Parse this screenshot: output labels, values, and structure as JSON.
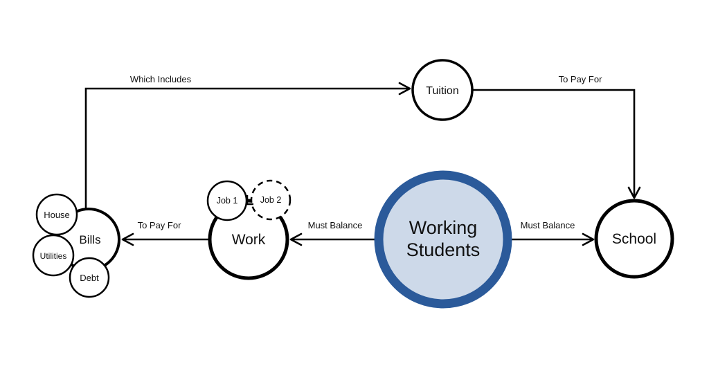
{
  "diagram": {
    "center_node": {
      "line1": "Working",
      "line2": "Students"
    },
    "nodes": {
      "work": {
        "label": "Work"
      },
      "school": {
        "label": "School"
      },
      "bills": {
        "label": "Bills"
      },
      "tuition": {
        "label": "Tuition"
      },
      "job1": {
        "label": "Job 1"
      },
      "job2": {
        "label": "Job 2"
      },
      "house": {
        "label": "House"
      },
      "utilities": {
        "label": "Utilities"
      },
      "debt": {
        "label": "Debt"
      }
    },
    "edge_labels": {
      "must_balance_left": "Must Balance",
      "must_balance_right": "Must Balance",
      "to_pay_for_work_bills": "To Pay For",
      "to_pay_for_tuition_school": "To Pay For",
      "which_includes": "Which Includes"
    },
    "colors": {
      "center_stroke": "#2b5a9a",
      "center_fill": "#cdd9e9",
      "center_text": "#2e5f9e",
      "node_stroke": "#000000",
      "node_fill": "#ffffff",
      "edge": "#000000"
    }
  }
}
